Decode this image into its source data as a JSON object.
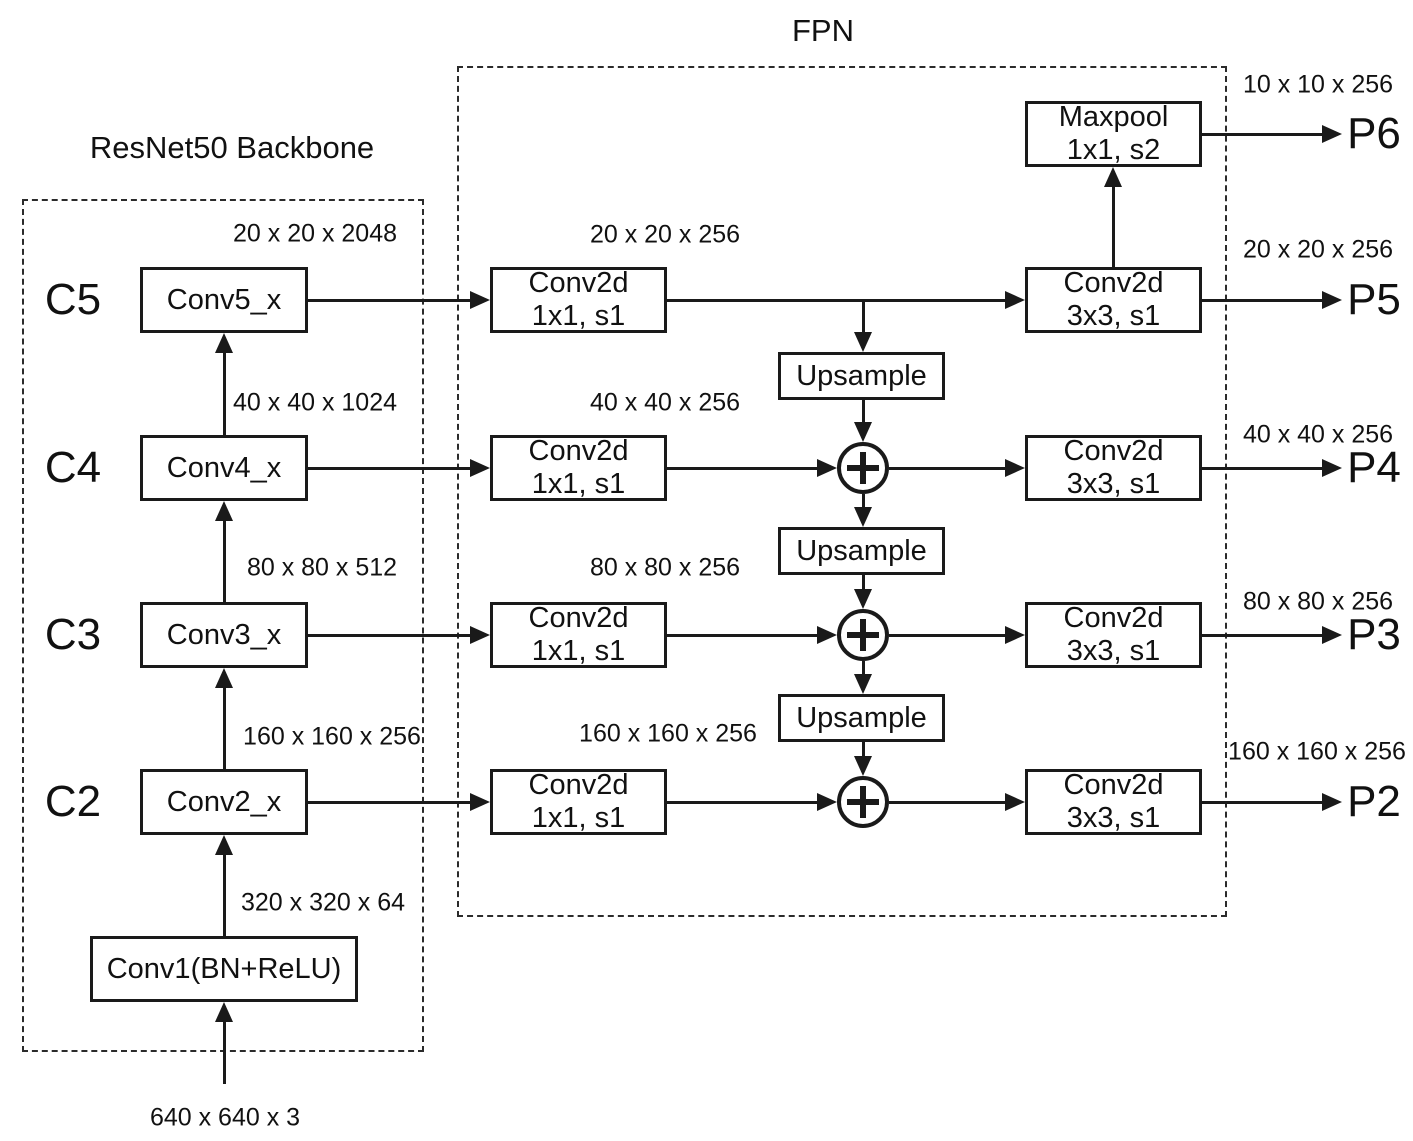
{
  "backbone": {
    "title": "ResNet50 Backbone",
    "stages": [
      {
        "c": "C5",
        "label": "Conv5_x",
        "dim": "20 x 20 x 2048"
      },
      {
        "c": "C4",
        "label": "Conv4_x",
        "dim": "40 x 40 x 1024"
      },
      {
        "c": "C3",
        "label": "Conv3_x",
        "dim": "80 x 80 x 512"
      },
      {
        "c": "C2",
        "label": "Conv2_x",
        "dim": "160 x 160 x 256"
      }
    ],
    "stem": {
      "label": "Conv1(BN+ReLU)",
      "out_dim": "320 x 320 x 64",
      "input_dim": "640 x 640 x 3"
    }
  },
  "fpn": {
    "title": "FPN",
    "lateral": {
      "line1": "Conv2d",
      "line2": "1x1, s1"
    },
    "output_conv": {
      "line1": "Conv2d",
      "line2": "3x3, s1"
    },
    "maxpool": {
      "line1": "Maxpool",
      "line2": "1x1, s2"
    },
    "upsample_label": "Upsample",
    "lateral_dims": [
      "20 x 20 x 256",
      "40 x 40 x 256",
      "80 x 80 x 256",
      "160 x 160 x 256"
    ]
  },
  "outputs": [
    {
      "label": "P6",
      "dim": "10 x 10 x 256"
    },
    {
      "label": "P5",
      "dim": "20 x 20 x 256"
    },
    {
      "label": "P4",
      "dim": "40 x 40 x 256"
    },
    {
      "label": "P3",
      "dim": "80 x 80 x 256"
    },
    {
      "label": "P2",
      "dim": "160 x 160 x 256"
    }
  ]
}
